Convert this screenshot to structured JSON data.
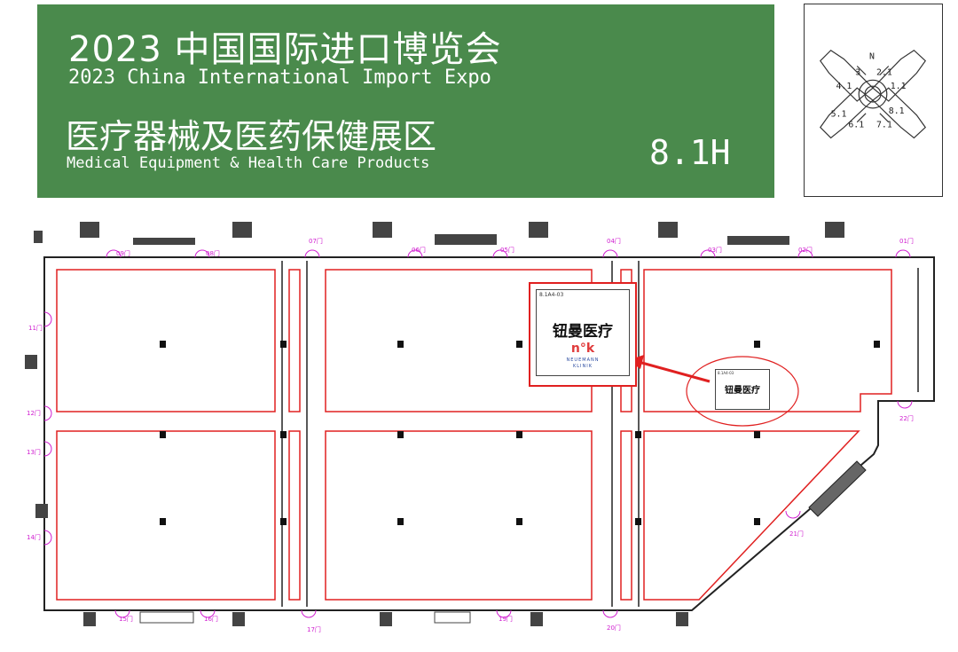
{
  "banner": {
    "title_cn": "2023 中国国际进口博览会",
    "title_en": "2023 China International Import Expo",
    "zone_cn": "医疗器械及医药保健展区",
    "zone_en": "Medical Equipment & Health Care Products",
    "hall_code": "8.1H",
    "background_color": "#4a8a4c"
  },
  "minimap": {
    "north": "N",
    "halls": [
      "3",
      "2.1",
      "4.1",
      "1.1",
      "5.1",
      "8.1",
      "6.1",
      "7.1"
    ]
  },
  "booth": {
    "id": "8.1A4-03",
    "name_cn": "钮曼医疗",
    "logo": "n°k",
    "logo_line1": "NEUEMANN",
    "logo_line2": "KLINIK",
    "highlight_color": "#e02020"
  },
  "small_booth": {
    "id": "8.1A4-03",
    "name_cn": "钮曼医疗"
  },
  "gates": {
    "g01": "01门",
    "g02": "02门",
    "g03": "03门",
    "g04": "04门",
    "g05": "05门",
    "g06": "06门",
    "g07": "07门",
    "g08": "08门",
    "g09": "09门",
    "g11": "11门",
    "g12": "12门",
    "g13": "13门",
    "g14": "14门",
    "g15": "15门",
    "g16": "16门",
    "g17": "17门",
    "g19": "19门",
    "g20": "20门",
    "g21": "21门",
    "g22": "22门"
  },
  "colors": {
    "gate": "#d020d0",
    "booth_outline": "#e02020",
    "wall": "#222222"
  }
}
